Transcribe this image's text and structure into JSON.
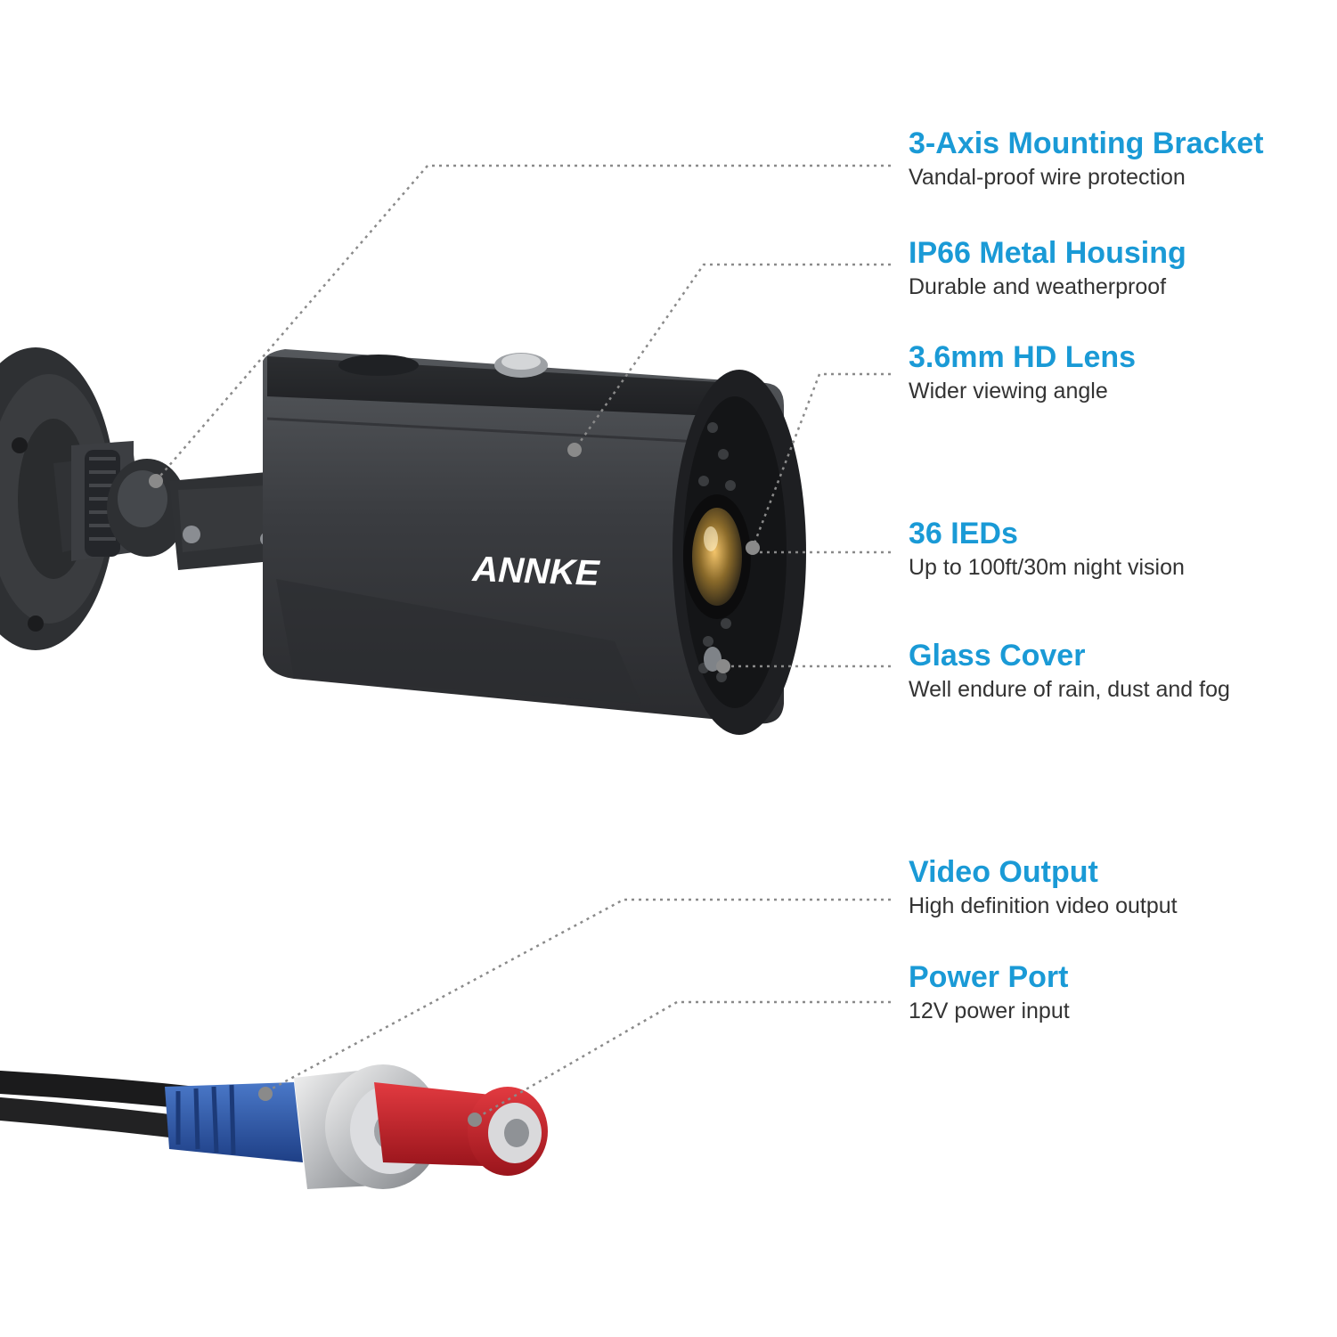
{
  "brand": {
    "logo_text": "ANNKE"
  },
  "colors": {
    "title": "#1a9ad6",
    "description": "#333333",
    "leader": "#8a8a8a",
    "housing": "#3b3d40",
    "bnc_blue": "#2f5aa8",
    "dc_red": "#c8202a"
  },
  "features": [
    {
      "title": "3-Axis Mounting Bracket",
      "description": "Vandal-proof wire protection"
    },
    {
      "title": "IP66 Metal Housing",
      "description": "Durable and weatherproof"
    },
    {
      "title": "3.6mm HD Lens",
      "description": "Wider viewing angle"
    },
    {
      "title": "36 IEDs",
      "description": "Up to 100ft/30m night vision"
    },
    {
      "title": "Glass Cover",
      "description": "Well endure of rain, dust and fog"
    },
    {
      "title": "Video Output",
      "description": "High definition video output"
    },
    {
      "title": "Power Port",
      "description": "12V power input"
    }
  ]
}
